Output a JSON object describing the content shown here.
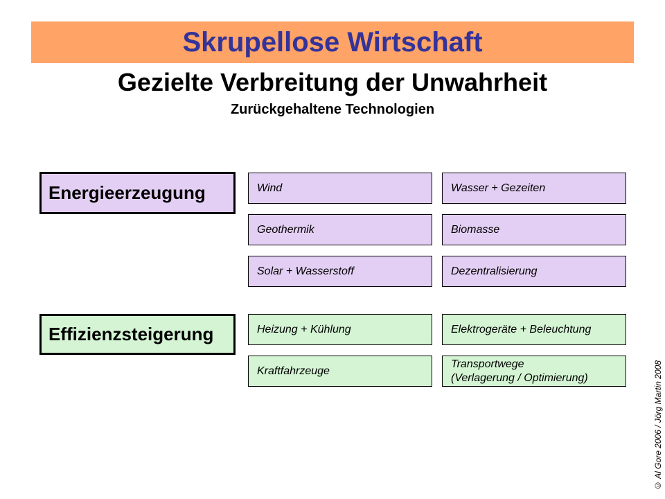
{
  "banner": {
    "title": "Skrupellose Wirtschaft"
  },
  "heading": {
    "title": "Gezielte Verbreitung der Unwahrheit",
    "subtitle": "Zurückgehaltene Technologien"
  },
  "sections": [
    {
      "label": "Energieerzeugung",
      "items": [
        "Wind",
        "Wasser + Gezeiten",
        "Geothermik",
        "Biomasse",
        "Solar + Wasserstoff",
        "Dezentralisierung"
      ]
    },
    {
      "label": "Effizienzsteigerung",
      "items": [
        "Heizung + Kühlung",
        "Elektrogeräte + Beleuchtung",
        "Kraftfahrzeuge",
        "Transportwege\n(Verlagerung / Optimierung)"
      ]
    }
  ],
  "credit": "©  Al Gore 2006  /  Jörg Martin 2008",
  "colors": {
    "banner_bg": "#FFA366",
    "banner_text": "#333399",
    "energy_bg": "#E3CFF3",
    "efficiency_bg": "#D4F4D4",
    "border": "#000000"
  }
}
